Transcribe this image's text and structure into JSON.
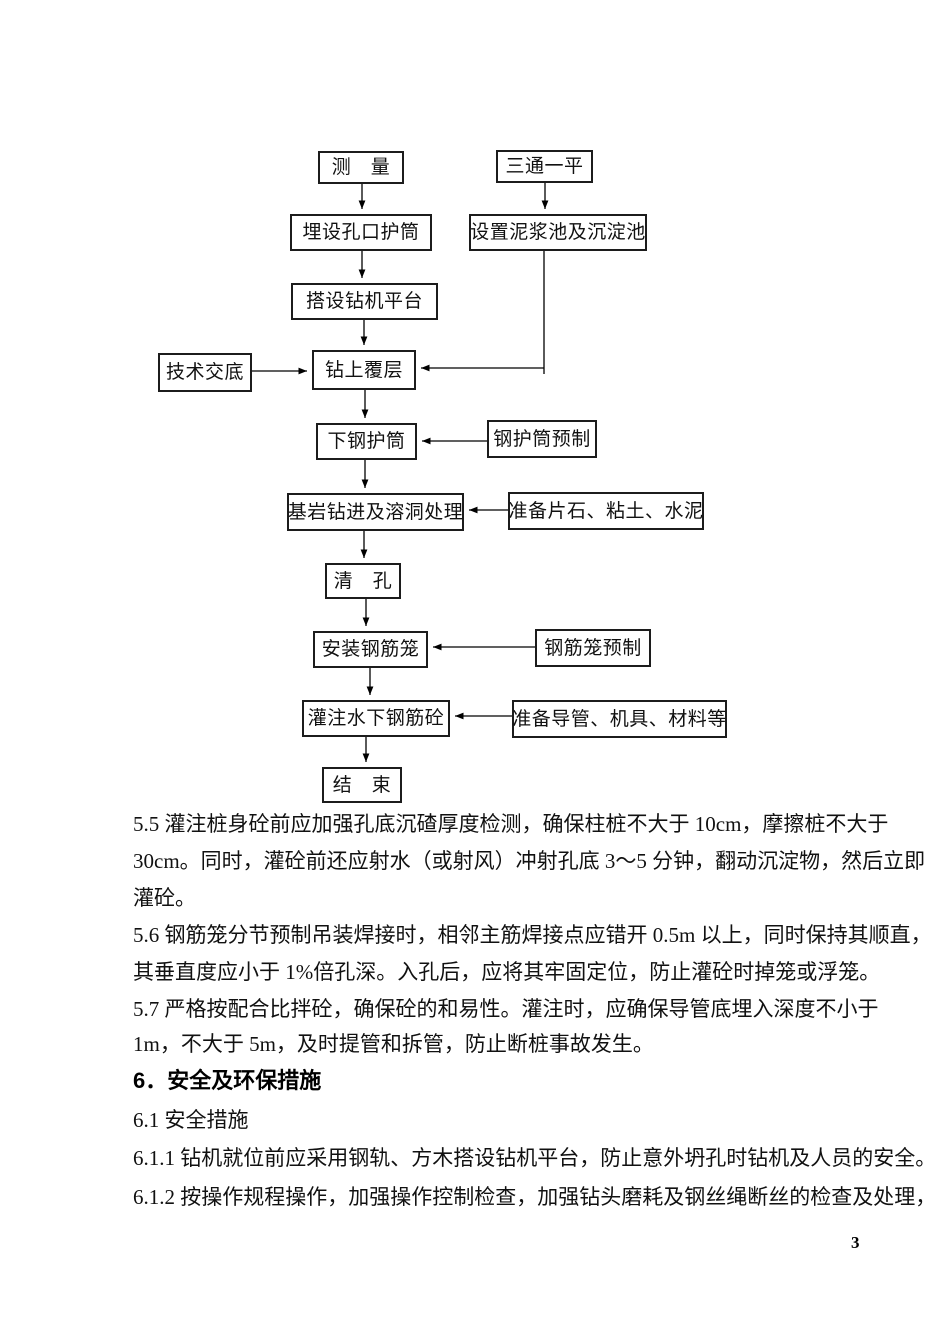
{
  "flowchart": {
    "nodes": [
      {
        "id": "measure",
        "label": "测　量"
      },
      {
        "id": "three-one",
        "label": "三通一平"
      },
      {
        "id": "bury-casing",
        "label": "埋设孔口护筒"
      },
      {
        "id": "mud-pools",
        "label": "设置泥浆池及沉淀池"
      },
      {
        "id": "rig-platform",
        "label": "搭设钻机平台"
      },
      {
        "id": "tech-disclosure",
        "label": "技术交底"
      },
      {
        "id": "drill-overburden",
        "label": "钻上覆层"
      },
      {
        "id": "lower-casing",
        "label": "下钢护筒"
      },
      {
        "id": "casing-prefab",
        "label": "钢护筒预制"
      },
      {
        "id": "bedrock-karst",
        "label": "基岩钻进及溶洞处理"
      },
      {
        "id": "prepare-stone",
        "label": "准备片石、粘土、水泥"
      },
      {
        "id": "clean-hole",
        "label": "清　孔"
      },
      {
        "id": "install-cage",
        "label": "安装钢筋笼"
      },
      {
        "id": "cage-prefab",
        "label": "钢筋笼预制"
      },
      {
        "id": "pour-concrete",
        "label": "灌注水下钢筋砼"
      },
      {
        "id": "prepare-conduit",
        "label": "准备导管、机具、材料等"
      },
      {
        "id": "finish",
        "label": "结　束"
      }
    ]
  },
  "body": {
    "p55": {
      "lines": [
        "5.5 灌注桩身砼前应加强孔底沉碴厚度检测，确保柱桩不大于 10cm，摩擦桩不大于",
        "30cm。同时，灌砼前还应射水（或射风）冲射孔底 3～5 分钟，翻动沉淀物，然后立即",
        "灌砼。"
      ]
    },
    "p56": {
      "lines": [
        "5.6 钢筋笼分节预制吊装焊接时，相邻主筋焊接点应错开 0.5m 以上，同时保持其顺直，",
        "其垂直度应小于 1%倍孔深。入孔后，应将其牢固定位，防止灌砼时掉笼或浮笼。"
      ]
    },
    "p57": {
      "lines": [
        "5.7 严格按配合比拌砼，确保砼的和易性。灌注时，应确保导管底埋入深度不小于",
        "1m，不大于 5m，及时提管和拆管，防止断桩事故发生。"
      ]
    },
    "h6": "6．安全及环保措施",
    "s61": "6.1 安全措施",
    "p611": "6.1.1 钻机就位前应采用钢轨、方木搭设钻机平台，防止意外坍孔时钻机及人员的安全。",
    "p612": "6.1.2 按操作规程操作，加强操作控制检查，加强钻头磨耗及钢丝绳断丝的检查及处理，"
  },
  "footer": {
    "page_number": "3"
  }
}
